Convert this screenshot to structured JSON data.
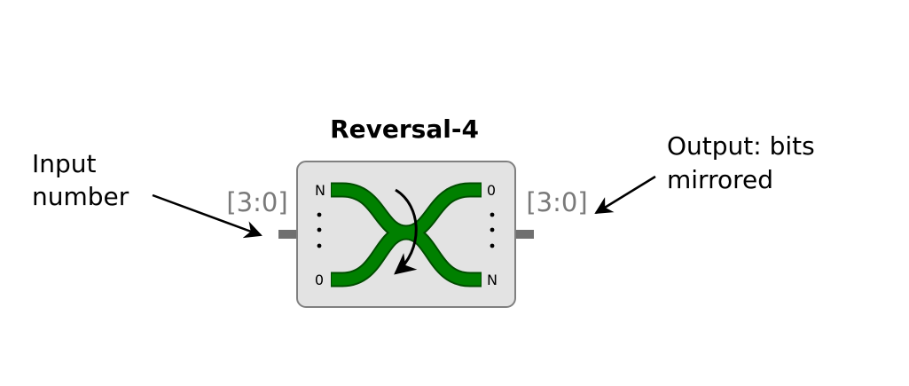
{
  "block": {
    "title": "Reversal-4",
    "input_bus_label": "[3:0]",
    "output_bus_label": "[3:0]",
    "pins": {
      "in_top": "N",
      "in_bottom": "0",
      "out_top": "0",
      "out_bottom": "N"
    },
    "colors": {
      "body_fill": "#e3e3e3",
      "body_stroke": "#808080",
      "wire_fill": "#008000",
      "wire_stroke": "#004d00",
      "port": "#707070"
    }
  },
  "annotations": {
    "input_line1": "Input",
    "input_line2": "number",
    "output_line1": "Output: bits",
    "output_line2": "mirrored"
  }
}
